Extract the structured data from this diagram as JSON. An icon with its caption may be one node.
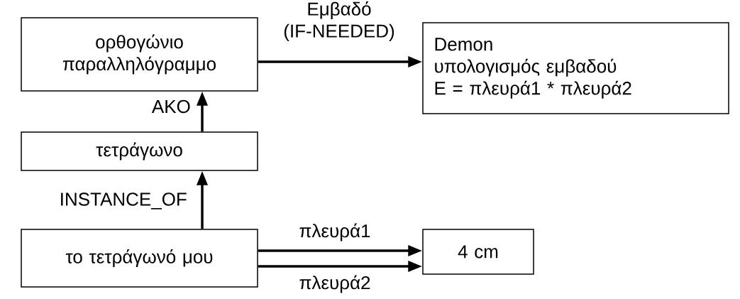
{
  "diagram": {
    "nodes": [
      {
        "text": [
          "ορθογώνιο παραλληλόγραμμο"
        ]
      },
      {
        "text": [
          "Demon",
          "υπολογισμός εμβαδού",
          "E = πλευρά1 * πλευρά2"
        ]
      },
      {
        "text": [
          "τετράγωνο"
        ]
      },
      {
        "text": [
          "το τετράγωνό μου"
        ]
      },
      {
        "text": [
          "4 cm"
        ]
      }
    ],
    "edges": [
      {
        "from": 0,
        "to": 1,
        "arrow": "to",
        "label": "Εμβαδό (IF-NEEDED)"
      },
      {
        "from": 2,
        "to": 0,
        "arrow": "to",
        "label": "AKO"
      },
      {
        "from": 3,
        "to": 2,
        "arrow": "to",
        "label": "INSTANCE_OF"
      },
      {
        "from": 3,
        "to": 4,
        "arrow": "to",
        "label": "πλευρά1"
      },
      {
        "from": 3,
        "to": 4,
        "arrow": "to",
        "label": "πλευρά2"
      }
    ]
  }
}
